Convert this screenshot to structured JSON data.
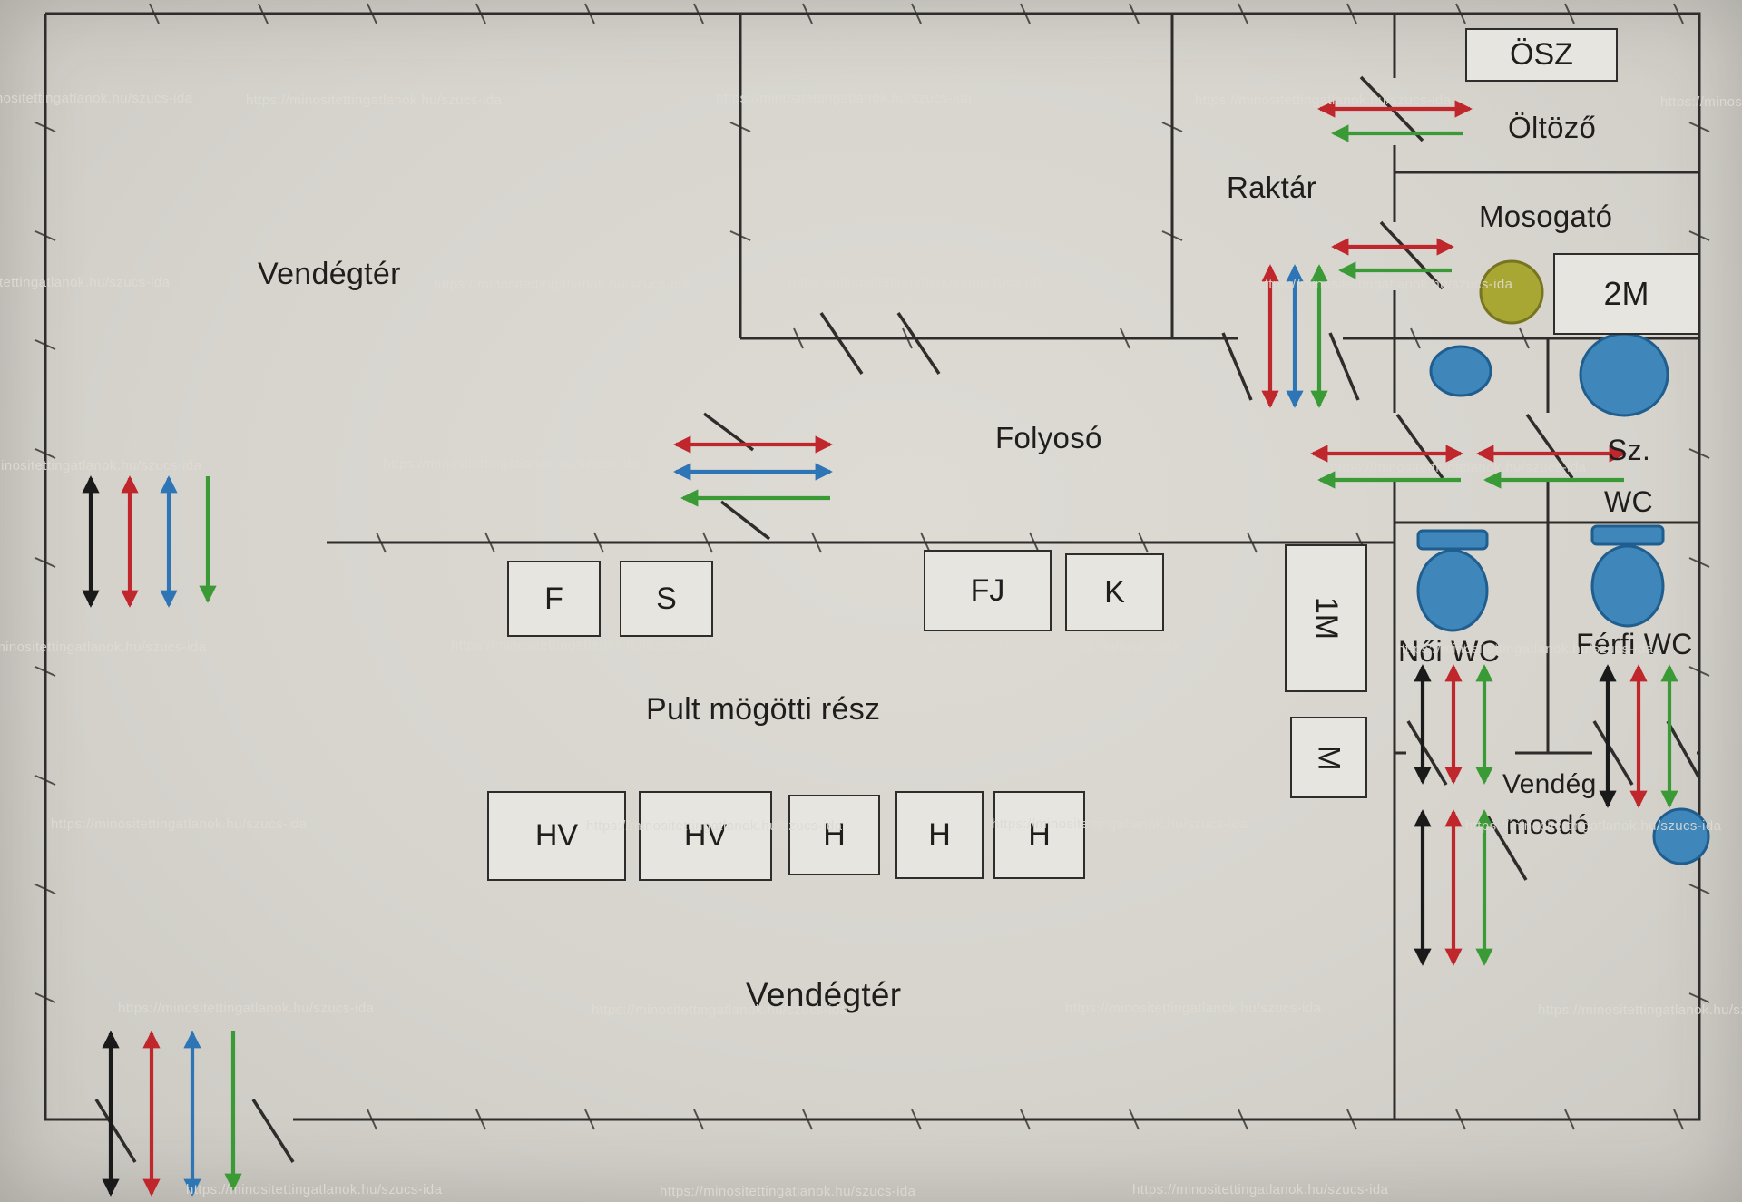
{
  "watermark": {
    "text": "https://minositettingatlanok.hu/szucs-ida"
  },
  "rooms": {
    "vendegter_top": "Vendégtér",
    "raktar": "Raktár",
    "oltozo": "Öltöző",
    "mosogato": "Mosogató",
    "folyoso": "Folyosó",
    "sz_wc_line1": "Sz.",
    "sz_wc_line2": "WC",
    "noi_wc": "Női WC",
    "ferfi_wc": "Férfi WC",
    "pult": "Pult mögötti rész",
    "vendeg_mosdo_line1": "Vendég",
    "vendeg_mosdo_line2": "mosdó",
    "vendegter_bottom": "Vendégtér"
  },
  "boxes": {
    "osz": "ÖSZ",
    "m2": "2M",
    "f": "F",
    "s": "S",
    "fj": "FJ",
    "k": "K",
    "m1": "1M",
    "m": "M",
    "hv1": "HV",
    "hv2": "HV",
    "h1": "H",
    "h2": "H",
    "h3": "H"
  },
  "colors": {
    "line": "#2f2d2b",
    "red": "#c0272d",
    "blue": "#2e75b6",
    "green": "#3a9a35",
    "black": "#1a1a1a",
    "fixture_blue": "#3f86bb",
    "fixture_blue_dark": "#1f5e8e",
    "olive": "#a9a733",
    "olive_dark": "#77751f"
  }
}
